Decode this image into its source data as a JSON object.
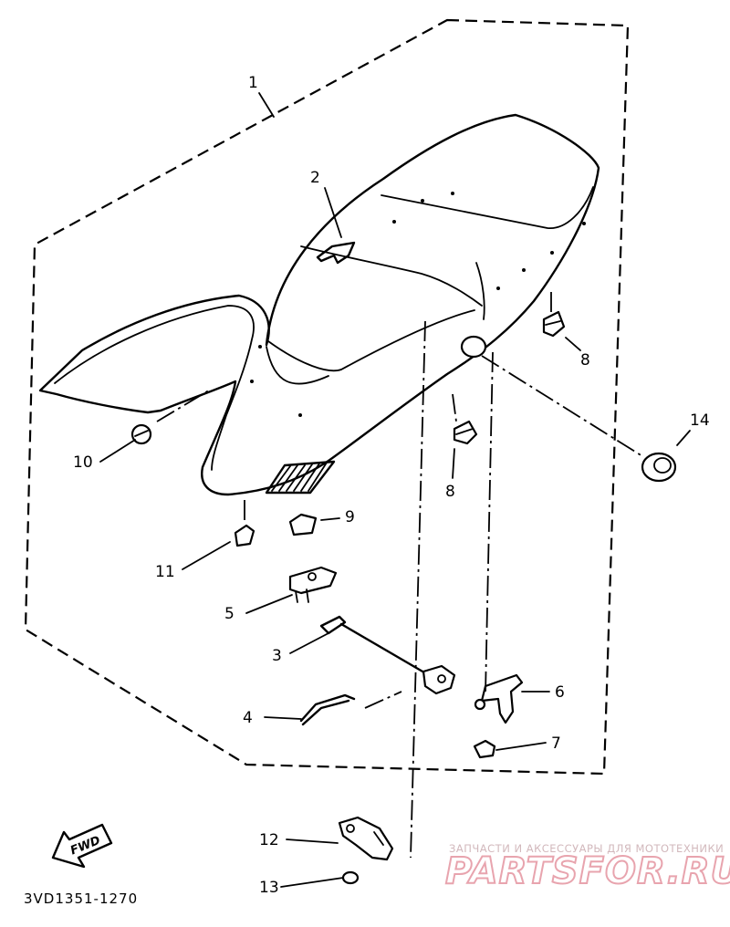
{
  "diagram": {
    "callouts": {
      "c1": "1",
      "c2": "2",
      "c3": "3",
      "c4": "4",
      "c5": "5",
      "c6": "6",
      "c7": "7",
      "c8a": "8",
      "c8b": "8",
      "c9": "9",
      "c10": "10",
      "c11": "11",
      "c12": "12",
      "c13": "13",
      "c14": "14"
    },
    "direction_arrow": "FWD",
    "drawing_code": "3VD1351-1270"
  },
  "watermark": {
    "tagline": "ЗАПЧАСТИ И АКСЕССУАРЫ ДЛЯ МОТОТЕХНИКИ",
    "logo": "PARTSFOR.RU"
  }
}
